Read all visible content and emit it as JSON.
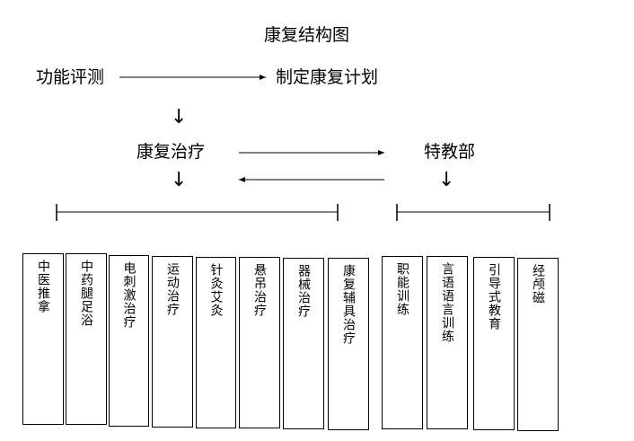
{
  "title": "康复结构图",
  "flow": {
    "assessment": "功能评测",
    "plan": "制定康复计划",
    "therapy": "康复治疗",
    "special_dept": "特教部"
  },
  "arrows": {
    "down": "↓"
  },
  "therapy_items": [
    {
      "label": "中医推拿"
    },
    {
      "label": "中药腿足浴"
    },
    {
      "label": "电刺激治疗"
    },
    {
      "label": "运动治疗"
    },
    {
      "label": "针灸艾灸"
    },
    {
      "label": "悬吊治疗"
    },
    {
      "label": "器械治疗"
    },
    {
      "label": "康复辅具治疗"
    }
  ],
  "special_items": [
    {
      "label": "职能训练"
    },
    {
      "label": "言语语言训练"
    },
    {
      "label": "引导式教育"
    },
    {
      "label": "经颅磁"
    }
  ]
}
